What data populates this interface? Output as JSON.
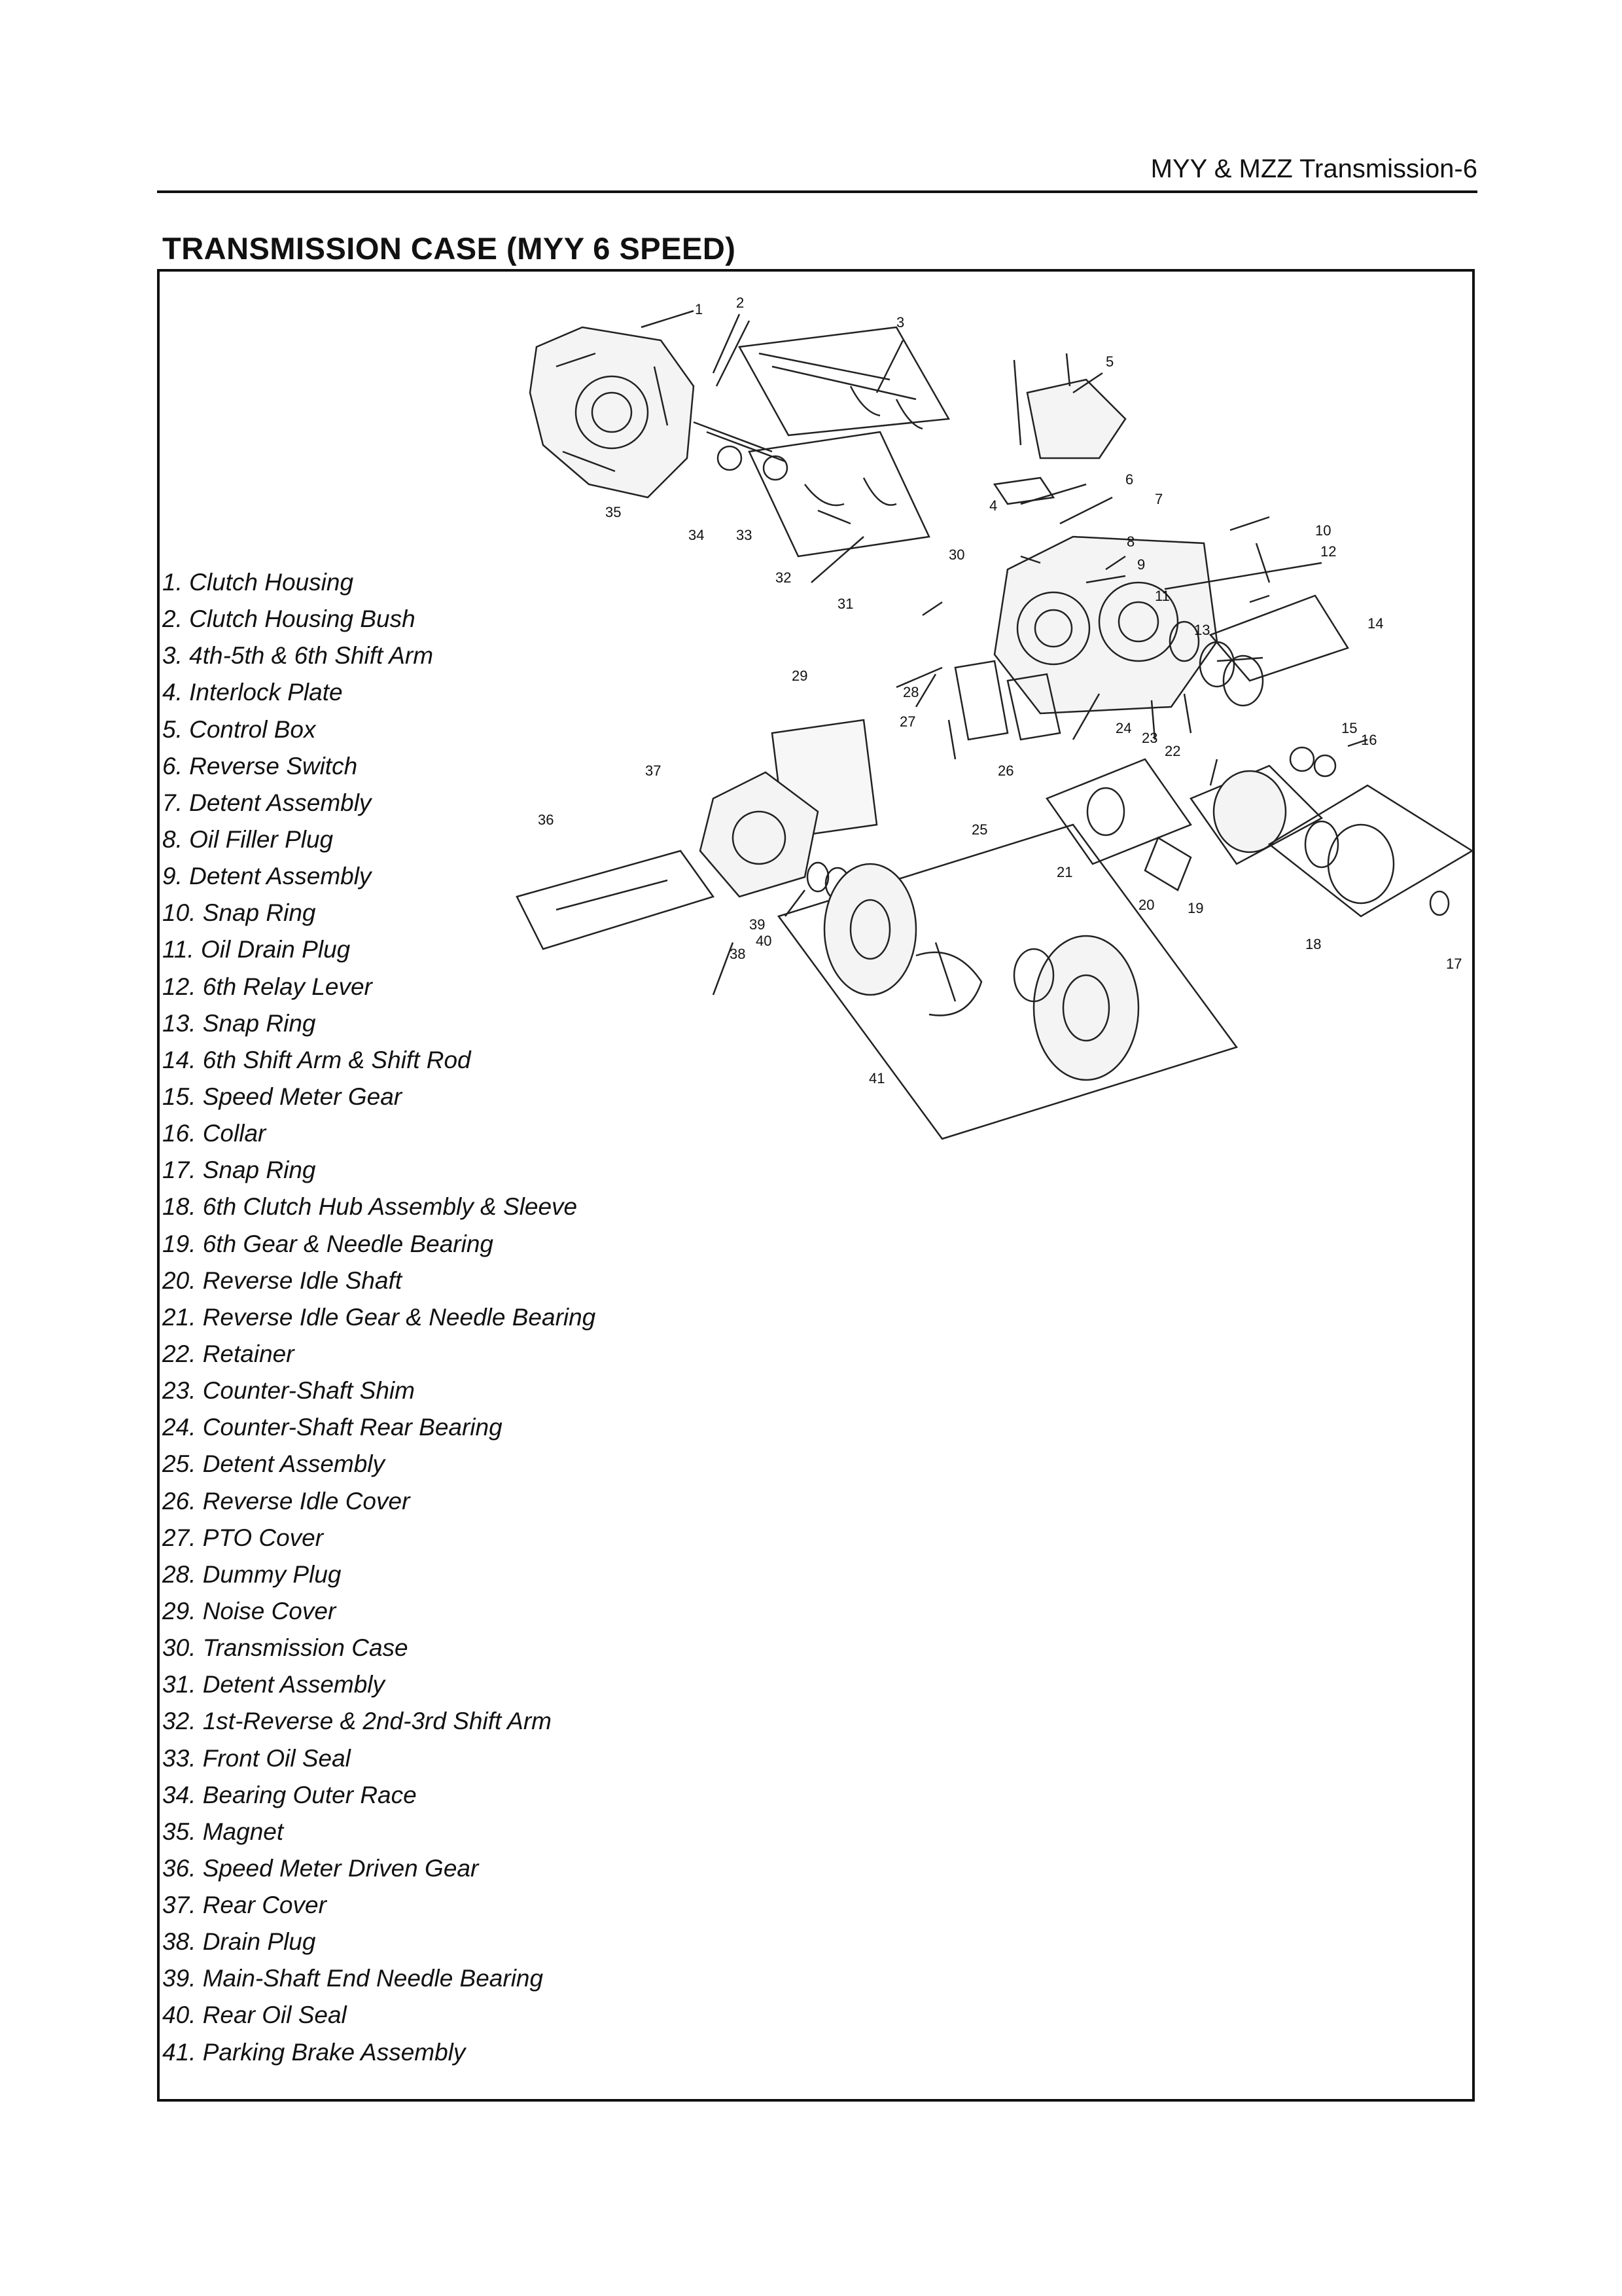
{
  "header": {
    "text": "MYY & MZZ Transmission-6"
  },
  "page_title": "TRANSMISSION CASE (MYY 6 SPEED)",
  "parts": [
    "1. Clutch Housing",
    "2. Clutch Housing Bush",
    "3. 4th-5th & 6th Shift Arm",
    "4. Interlock Plate",
    "5. Control Box",
    "6. Reverse Switch",
    "7. Detent Assembly",
    "8. Oil Filler Plug",
    "9. Detent Assembly",
    "10. Snap Ring",
    "11. Oil Drain Plug",
    "12. 6th Relay Lever",
    "13. Snap Ring",
    "14. 6th Shift Arm & Shift Rod",
    "15. Speed Meter Gear",
    "16. Collar",
    "17. Snap Ring",
    "18. 6th Clutch Hub Assembly & Sleeve",
    "19. 6th Gear & Needle Bearing",
    "20. Reverse Idle Shaft",
    "21. Reverse Idle Gear & Needle Bearing",
    "22. Retainer",
    "23. Counter-Shaft Shim",
    "24. Counter-Shaft Rear Bearing",
    "25. Detent Assembly",
    "26. Reverse Idle Cover",
    "27. PTO Cover",
    "28. Dummy Plug",
    "29. Noise Cover",
    "30. Transmission Case",
    "31. Detent Assembly",
    "32. 1st-Reverse & 2nd-3rd Shift Arm",
    "33. Front Oil Seal",
    "34. Bearing Outer Race",
    "35. Magnet",
    "36. Speed Meter Driven Gear",
    "37. Rear Cover",
    "38. Drain Plug",
    "39. Main-Shaft End Needle Bearing",
    "40. Rear Oil Seal",
    "41. Parking Brake Assembly"
  ],
  "callouts": [
    "1",
    "2",
    "3",
    "4",
    "5",
    "6",
    "7",
    "8",
    "9",
    "10",
    "11",
    "12",
    "13",
    "14",
    "15",
    "16",
    "17",
    "18",
    "19",
    "20",
    "21",
    "22",
    "23",
    "24",
    "25",
    "26",
    "27",
    "28",
    "29",
    "30",
    "31",
    "32",
    "33",
    "34",
    "35",
    "36",
    "37",
    "38",
    "39",
    "40",
    "41"
  ]
}
